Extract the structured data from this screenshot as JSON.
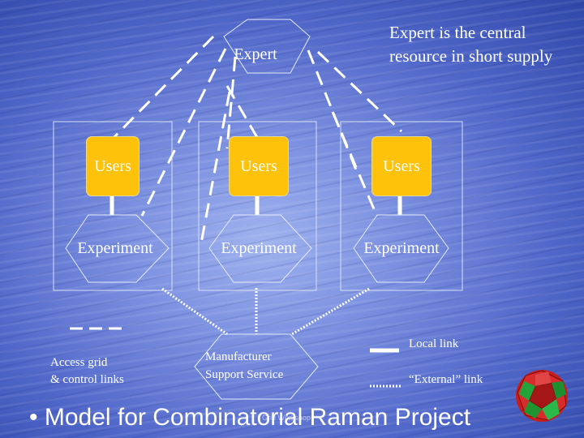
{
  "nodes": {
    "expert": "Expert",
    "users": [
      "Users",
      "Users",
      "Users"
    ],
    "experiments": [
      "Experiment",
      "Experiment",
      "Experiment"
    ],
    "manufacturer": [
      "Manufacturer",
      "Support Service"
    ]
  },
  "annotations": {
    "expert_note": [
      "Expert is the central",
      "resource in short supply"
    ]
  },
  "legend": {
    "grid_links": [
      "Access grid",
      "& control links"
    ],
    "local_link": "Local link",
    "external_link": "“External” link"
  },
  "slide": {
    "title": "• Model for Combinatorial Raman Project",
    "footer": "Grid Workshop"
  },
  "colors": {
    "users_fill": "#ffc20a",
    "line": "#ffffff",
    "decoration": [
      "#d42020",
      "#1f9e2f"
    ]
  }
}
